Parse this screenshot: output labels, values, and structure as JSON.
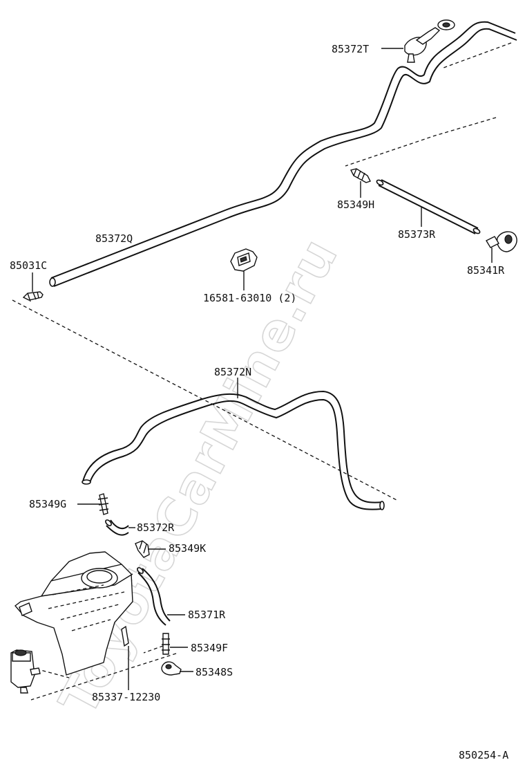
{
  "diagram": {
    "watermark": "ToyotaCarMine.ru",
    "figure_number": "850254-A",
    "parts": {
      "p85372T": "85372T",
      "p85372Q": "85372Q",
      "p85031C": "85031C",
      "p16581": "16581-63010 (2)",
      "p85349H": "85349H",
      "p85373R": "85373R",
      "p85341R": "85341R",
      "p85372N": "85372N",
      "p85349G": "85349G",
      "p85372R": "85372R",
      "p85349K": "85349K",
      "p85371R": "85371R",
      "p85349F": "85349F",
      "p85348S": "85348S",
      "p85337": "85337-12230"
    }
  }
}
